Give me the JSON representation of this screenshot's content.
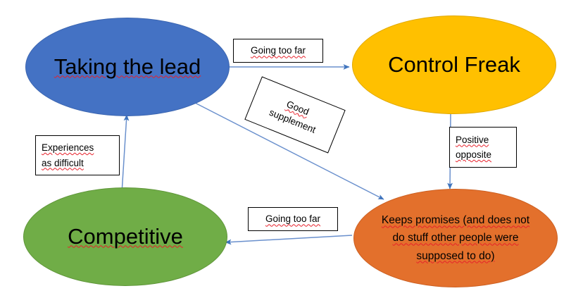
{
  "diagram": {
    "title": "Taking the lead / Control Freak / Competitive relationship map",
    "background": "#ffffff",
    "edge_color": "#4a7ebb",
    "nodes": [
      {
        "id": "taking-the-lead",
        "label": "Taking the lead",
        "shape": "ellipse",
        "fill": "#4472c4",
        "misspelled": true
      },
      {
        "id": "control-freak",
        "label": "Control Freak",
        "shape": "ellipse",
        "fill": "#ffc000",
        "misspelled": false
      },
      {
        "id": "competitive",
        "label": "Competitive",
        "shape": "ellipse",
        "fill": "#70ad47",
        "misspelled": true
      },
      {
        "id": "keeps-promises",
        "shape": "ellipse",
        "fill": "#e3702c",
        "misspelled": true,
        "lines": [
          "Keeps promises (and does not",
          "do stuff other people were",
          "supposed to do)"
        ]
      }
    ],
    "edge_labels": {
      "going_too_far_top": "Going too far",
      "going_too_far_bottom": "Going too far",
      "experiences_as_difficult": [
        "Experiences",
        "as difficult"
      ],
      "positive_opposite": [
        "Positive",
        "opposite"
      ],
      "good_supplement": [
        "Good",
        "supplement"
      ]
    },
    "edges": [
      {
        "id": "taking-the-lead-to-control-freak",
        "from": "taking-the-lead",
        "to": "control-freak",
        "label": "Going too far"
      },
      {
        "id": "taking-the-lead-to-keeps-promises",
        "from": "taking-the-lead",
        "to": "keeps-promises",
        "label": "Good supplement"
      },
      {
        "id": "control-freak-to-keeps-promises",
        "from": "control-freak",
        "to": "keeps-promises",
        "label": "Positive opposite"
      },
      {
        "id": "keeps-promises-to-competitive",
        "from": "keeps-promises",
        "to": "competitive",
        "label": "Going too far"
      },
      {
        "id": "competitive-to-taking-the-lead",
        "from": "competitive",
        "to": "taking-the-lead",
        "label": "Experiences as difficult"
      }
    ]
  }
}
